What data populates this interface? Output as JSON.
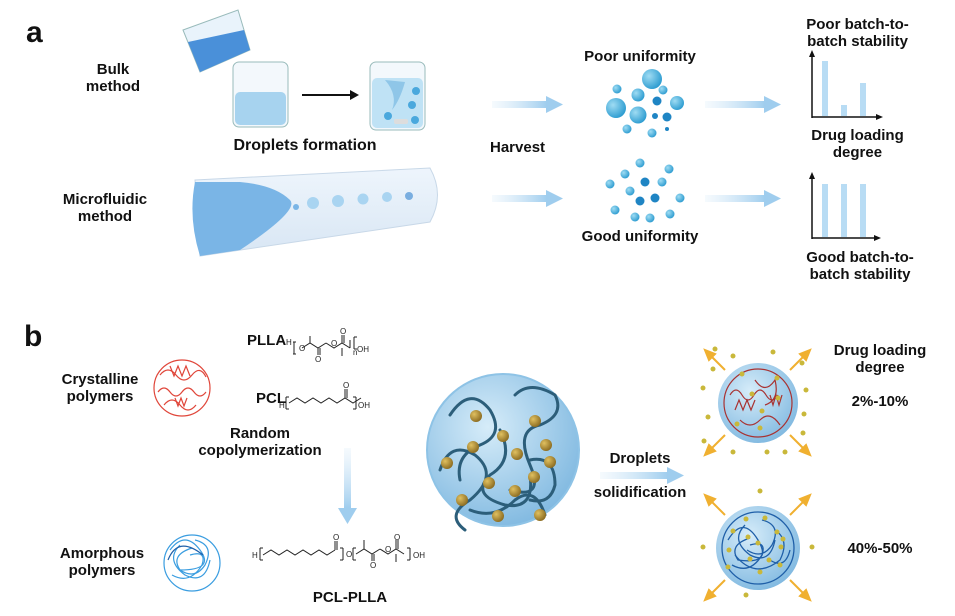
{
  "panel_a": {
    "letter": "a",
    "bulk_method": [
      "Bulk",
      "method"
    ],
    "microfluidic_method": [
      "Microfluidic",
      "method"
    ],
    "droplets_formation": "Droplets formation",
    "harvest": "Harvest",
    "poor_uniformity": "Poor uniformity",
    "good_uniformity": "Good uniformity",
    "poor_stability": [
      "Poor batch-to-",
      "batch stability"
    ],
    "drug_loading_degree": [
      "Drug loading",
      "degree"
    ],
    "good_stability": [
      "Good batch-to-",
      "batch stability"
    ],
    "poor_chart_relative_values": [
      1.0,
      0.2,
      0.6
    ],
    "good_chart_relative_values": [
      1.0,
      1.0,
      1.0
    ]
  },
  "panel_b": {
    "letter": "b",
    "crystalline": [
      "Crystalline",
      "polymers"
    ],
    "amorphous": [
      "Amorphous",
      "polymers"
    ],
    "plla": "PLLA",
    "pcl": "PCL",
    "random_copolymerization": [
      "Random",
      "copolymerization"
    ],
    "pcl_plla": "PCL-PLLA",
    "droplets_solidification": [
      "Droplets",
      "solidification"
    ],
    "drug_loading_degree": [
      "Drug loading",
      "degree"
    ],
    "crystalline_loading": "2%-10%",
    "amorphous_loading": "40%-50%",
    "chem_labels": {
      "h": "H",
      "o": "O",
      "oh": "OH",
      "n": "n",
      "m": "m"
    }
  },
  "colors": {
    "arrow_blue": "#9fcdee",
    "droplet_blue": "#3aa6d8",
    "crystalline_red": "#c0392b",
    "amorphous_blue": "#2a6fb5",
    "drug_yellow": "#c9b83a",
    "release_arrow": "#f0b030"
  }
}
